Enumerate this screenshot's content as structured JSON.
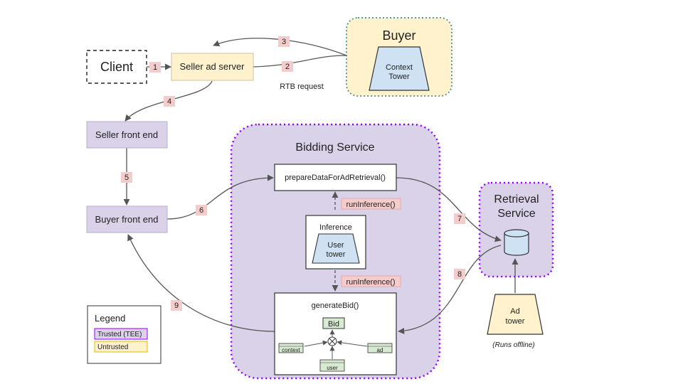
{
  "client": "Client",
  "seller_ad_server": "Seller ad server",
  "rtb_request": "RTB request",
  "buyer": {
    "title": "Buyer",
    "context_tower_line1": "Context",
    "context_tower_line2": "Tower"
  },
  "seller_front_end": "Seller front end",
  "buyer_front_end": "Buyer front end",
  "bidding_service": {
    "title": "Bidding Service",
    "prepare_fn": "prepareDataForAdRetrieval()",
    "run_inference_1": "runInference()",
    "run_inference_2": "runInference()",
    "inference_title": "Inference",
    "user_tower_line1": "User",
    "user_tower_line2": "tower",
    "generate_bid": "generateBid()",
    "bid": "Bid",
    "context_emb": "context",
    "user_emb": "user",
    "ad_emb": "ad"
  },
  "retrieval_service": {
    "title_line1": "Retrieval",
    "title_line2": "Service"
  },
  "ad_tower": {
    "line1": "Ad",
    "line2": "tower",
    "note": "(Runs offline)"
  },
  "legend": {
    "title": "Legend",
    "trusted": "Trusted (TEE)",
    "untrusted": "Untrusted"
  },
  "steps": [
    "1",
    "2",
    "3",
    "4",
    "5",
    "6",
    "7",
    "8",
    "9"
  ],
  "colors": {
    "bidding_fill": "#d9d2e9",
    "buyer_fill": "#fff2cc",
    "tee_border": "#9900ff",
    "untrusted_border": "#e6b800",
    "step_badge": "#f4cccc",
    "tower_fill": "#cfe2f3",
    "front_end_fill": "#d9d2e9",
    "embedding_fill": "#d9ead3"
  }
}
